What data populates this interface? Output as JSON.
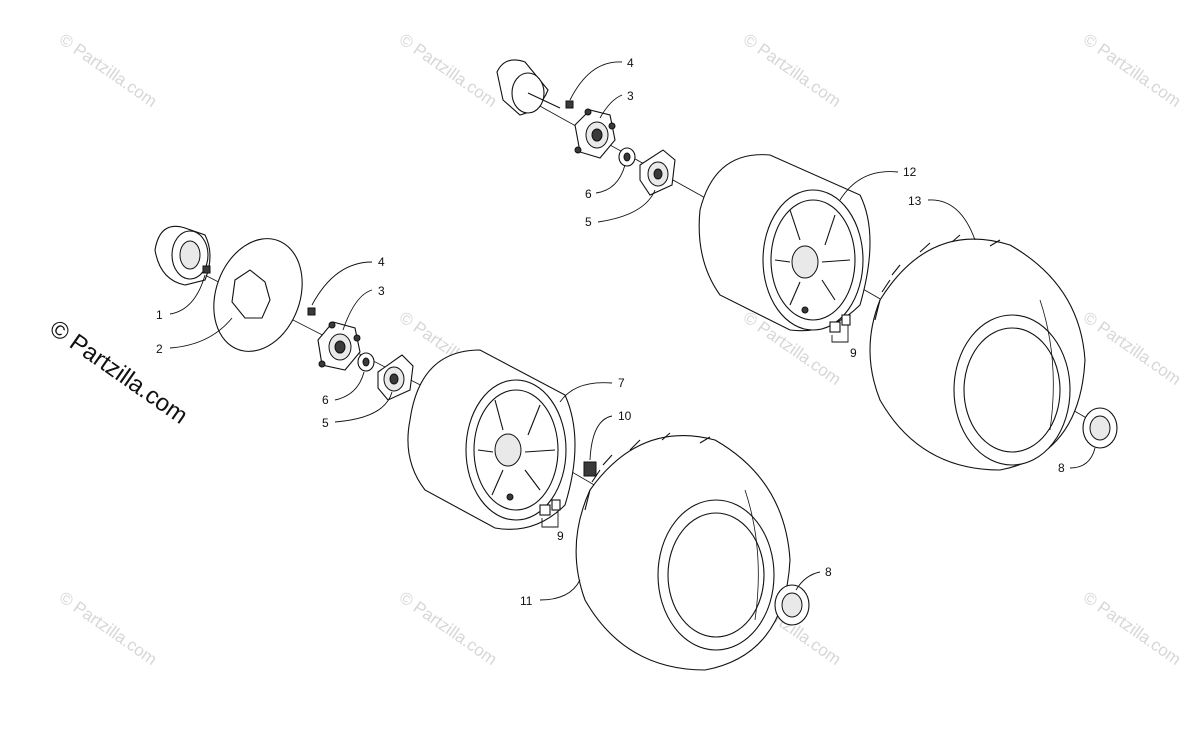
{
  "watermark": {
    "text": "© Partzilla.com",
    "main_text": "© Partzilla.com"
  },
  "callouts": [
    {
      "number": "1"
    },
    {
      "number": "2"
    },
    {
      "number": "3"
    },
    {
      "number": "3"
    },
    {
      "number": "4"
    },
    {
      "number": "4"
    },
    {
      "number": "5"
    },
    {
      "number": "5"
    },
    {
      "number": "6"
    },
    {
      "number": "6"
    },
    {
      "number": "7"
    },
    {
      "number": "8"
    },
    {
      "number": "8"
    },
    {
      "number": "9"
    },
    {
      "number": "9"
    },
    {
      "number": "10"
    },
    {
      "number": "11"
    },
    {
      "number": "12"
    },
    {
      "number": "13"
    }
  ]
}
